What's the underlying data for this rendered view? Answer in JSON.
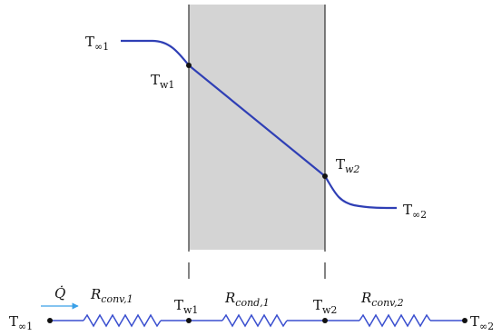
{
  "labels": {
    "t_inf1_top": {
      "base": "T",
      "sub": "∞1"
    },
    "t_w1_top": {
      "base": "T",
      "sub": "w1"
    },
    "t_w2_top": {
      "base": "T",
      "sub": "w2"
    },
    "t_inf2_top": {
      "base": "T",
      "sub": "∞2"
    },
    "q_dot": "Q̇",
    "r_conv1": {
      "base": "R",
      "sub": "conv,1"
    },
    "r_cond1": {
      "base": "R",
      "sub": "cond,1"
    },
    "r_conv2": {
      "base": "R",
      "sub": "conv,2"
    },
    "t_inf1_bottom": {
      "base": "T",
      "sub": "∞1"
    },
    "t_w1_bottom": {
      "base": "T",
      "sub": "w1"
    },
    "t_w2_bottom": {
      "base": "T",
      "sub": "w2"
    },
    "t_inf2_bottom": {
      "base": "T",
      "sub": "∞2"
    }
  },
  "colors": {
    "curve": "#2f3fb5",
    "circuit": "#3a4fcf",
    "arrow": "#3aa0e8",
    "wall": "#d4d4d4",
    "wall_edge": "#333333",
    "text": "#111111"
  }
}
